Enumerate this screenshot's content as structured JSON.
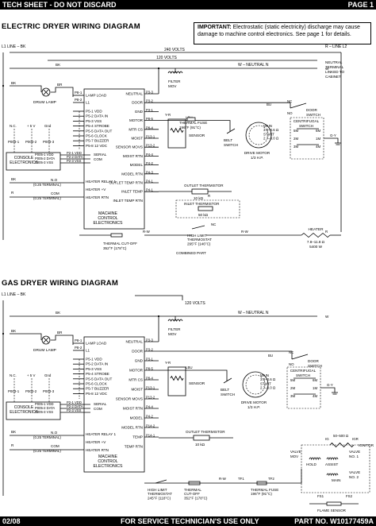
{
  "header": {
    "left": "TECH SHEET - DO NOT DISCARD",
    "right": "PAGE 1"
  },
  "footer": {
    "date": "02/08",
    "center": "FOR SERVICE TECHNICIAN'S USE ONLY",
    "part": "PART NO. W10177459A"
  },
  "important": {
    "lead": "IMPORTANT:",
    "text": "Electrostatic (static electricity) discharge may cause damage to machine control electronics. See page 1 for details."
  },
  "electric": {
    "title": "ELECTRIC DRYER WIRING DIAGRAM",
    "l1": "L1 LINE – BK",
    "l2": "R – LINE L2",
    "v240": "240 VOLTS",
    "v120": "120 VOLTS",
    "neutral": "W – NEUTRAL N",
    "neutral_terminal": [
      "NEUTRAL",
      "TERMINAL",
      "LINKED TO",
      "CABINET"
    ],
    "drum_lamp": "DRUM LAMP",
    "filter": [
      "FILTER",
      "MOV"
    ],
    "control": [
      "MACHINE",
      "CONTROL",
      "ELECTRONICS"
    ],
    "console": [
      "CONSOLE",
      "ELECTRONICS"
    ],
    "pins_left": [
      "LAMP LOAD",
      "L1",
      "P5-1 VDD",
      "P5-2 DATA IN",
      "P5-3 VSS",
      "P5-4 STROBE",
      "P5-5 DATA OUT",
      "P5-6 CLOCK",
      "P5-7 BUZZER",
      "P5-8 12 VDC"
    ],
    "pins_right": [
      "NEUTRAL",
      "DOOR",
      "GND",
      "MOTOR",
      "MTR CS",
      "MOIST",
      "SENSOR MOVS",
      "MOIST RTN",
      "MODEL",
      "MODEL RTN",
      "OUTLET TEMP RTN",
      "INLET TEMP",
      "INLET TEMP RTN"
    ],
    "p3_pins": [
      "P3-3",
      "P3-2",
      "P3-1",
      "P8-5",
      "P8-4",
      "P13-1",
      "P13-2",
      "P4-4",
      "P4-2",
      "P4-3",
      "P4-1",
      "P4-1"
    ],
    "heater_relay": "HEATER RELAY 1",
    "heater_v": "HEATER +V",
    "heater_rtn": "HEATER RTN",
    "n_025": "(0.25 TERMINAL)",
    "serial_com": [
      "SERIAL",
      "COM"
    ],
    "p003": [
      "P003-1",
      "P003-2",
      "P003-3"
    ],
    "p003_labels": [
      "N.C.",
      "+ 5 V",
      "Gnd"
    ],
    "p005": [
      "P005-1 VDD",
      "P005-2 DATA",
      "P005-3 VSS"
    ],
    "p2": [
      "P2-1 VDD",
      "P2-2 DATA",
      "P2-3 VSS"
    ],
    "thermal_fuse": [
      "THERMAL FUSE",
      "196°F (91°C)"
    ],
    "sensor": "SENSOR",
    "outlet_therm": [
      "OUTLET THERMISTOR",
      "10 kΩ"
    ],
    "inlet_therm": [
      "INLET THERMISTOR",
      "50 kΩ"
    ],
    "high_limit": [
      "HIGH LIMIT",
      "THERMOSTAT",
      "295°F (146°C)"
    ],
    "combined": "COMBINED PART",
    "cutoff": [
      "THERMAL CUT-OFF",
      "352°F (178°C)"
    ],
    "heater": [
      "HEATER",
      "7.8–11.8 Ω",
      "5400 W"
    ],
    "main": [
      "MAIN",
      "3.3–3.6 Ω",
      "START",
      "2.7–3.0 Ω"
    ],
    "drive_motor": [
      "DRIVE MOTOR",
      "1/3 H.P."
    ],
    "centrifugal": [
      "CENTRIFUGAL",
      "SWITCH"
    ],
    "belt_switch": [
      "BELT",
      "SWITCH"
    ],
    "door_switch": [
      "DOOR",
      "SWITCH"
    ],
    "sw_labels": [
      "NC",
      "NO",
      "5M",
      "6M",
      "2M",
      "1M",
      "3M",
      "4M"
    ],
    "wires": [
      "BK",
      "BR",
      "W",
      "R",
      "T",
      "G-Y",
      "BK-W",
      "LBU",
      "BU",
      "BU-W",
      "Y",
      "Y-R",
      "V",
      "O",
      "R-W",
      "G",
      "N.O",
      "COM",
      "NC",
      "P"
    ]
  },
  "gas": {
    "title": "GAS DRYER WIRING DIAGRAM",
    "l1": "L1 LINE – BK",
    "v120": "120 VOLTS",
    "neutral": "W – NEUTRAL N",
    "drum_lamp": "DRUM LAMP",
    "filter": [
      "FILTER",
      "MOV"
    ],
    "control": [
      "MACHINE",
      "CONTROL",
      "ELECTRONICS"
    ],
    "console": [
      "CONSOLE",
      "ELECTRONICS"
    ],
    "pins_left": [
      "LAMP LOAD",
      "L1",
      "P5-1 VDD",
      "P5-2 DATA IN",
      "P5-3 VSS",
      "P5-4 STROBE",
      "P5-5 DATA OUT",
      "P5-6 CLOCK",
      "P5-7 BUZZER",
      "P5-8 12 VDC"
    ],
    "pins_right": [
      "NEUTRAL",
      "DOOR",
      "GND",
      "MOTOR",
      "MTR CS",
      "MOIST",
      "SENSOR MOVS",
      "MOIST RTN",
      "MODEL",
      "MODEL RTN",
      "TEMP",
      "TEMP RTN"
    ],
    "p3_pins": [
      "P3-3",
      "P3-2",
      "P3-1",
      "P8-5",
      "P8-4",
      "P13-1",
      "P13-2",
      "P4-4",
      "P4-2",
      "P14-2",
      "P14-1"
    ],
    "heater_relay": "HEATER RELAY 1",
    "heater_v": "HEATER +V",
    "heater_rtn": "HEATER RTN",
    "n_025": "(0.25 TERMINAL)",
    "serial_com": [
      "SERIAL",
      "COM"
    ],
    "p003": [
      "P003-1",
      "P003-2",
      "P003-3"
    ],
    "p003_labels": [
      "N.C.",
      "+ 5 V",
      "Gnd"
    ],
    "p005": [
      "P005-1 VDD",
      "P005-2 DATA",
      "P005-3 VSS"
    ],
    "p2": [
      "P2-1 VDD",
      "P2-2 DATA",
      "P2-3 VSS"
    ],
    "sensor": "SENSOR",
    "outlet_therm": [
      "OUTLET THERMISTOR",
      "10 kΩ"
    ],
    "high_limit": [
      "HIGH LIMIT",
      "THERMOSTAT",
      "245°F (118°C)"
    ],
    "cutoff": [
      "THERMAL",
      "CUT-OFF",
      "352°F (178°C)"
    ],
    "fuse": [
      "THERMAL FUSE",
      "196°F (91°C)"
    ],
    "tf": [
      "TF1",
      "TF2"
    ],
    "main": [
      "MAIN",
      "3.3–3.6 Ω",
      "START",
      "2.7–3.0 Ω"
    ],
    "drive_motor": [
      "DRIVE MOTOR",
      "1/3 H.P."
    ],
    "centrifugal": [
      "CENTRIFUGAL",
      "SWITCH"
    ],
    "belt_switch": [
      "BELT",
      "SWITCH"
    ],
    "door_switch": [
      "DOOR",
      "SWITCH"
    ],
    "ignitor": "IGNITOR",
    "ign_labels": [
      "IG",
      "IGR"
    ],
    "ign_ohm": "50–500 Ω",
    "valve": [
      "VALVE",
      "MOV"
    ],
    "valve1": [
      "VALVE",
      "NO. 1"
    ],
    "valve2": [
      "VALVE",
      "NO. 2"
    ],
    "hold": "HOLD",
    "assist": "ASSIST",
    "main_coil": "MAIN",
    "fs": [
      "FS1",
      "FS2"
    ],
    "flame_sensor": "FLAME SENSOR",
    "sw_labels": [
      "NC",
      "NO",
      "5M",
      "6M",
      "2M",
      "1M",
      "3M",
      "4M"
    ],
    "wires": [
      "BK",
      "BR",
      "W",
      "R",
      "T",
      "G-Y",
      "BK-W",
      "LBU",
      "BU",
      "Y",
      "Y-R",
      "V",
      "O",
      "R-W",
      "G",
      "N.O",
      "COM",
      "P",
      "R-W",
      "N.C."
    ]
  }
}
